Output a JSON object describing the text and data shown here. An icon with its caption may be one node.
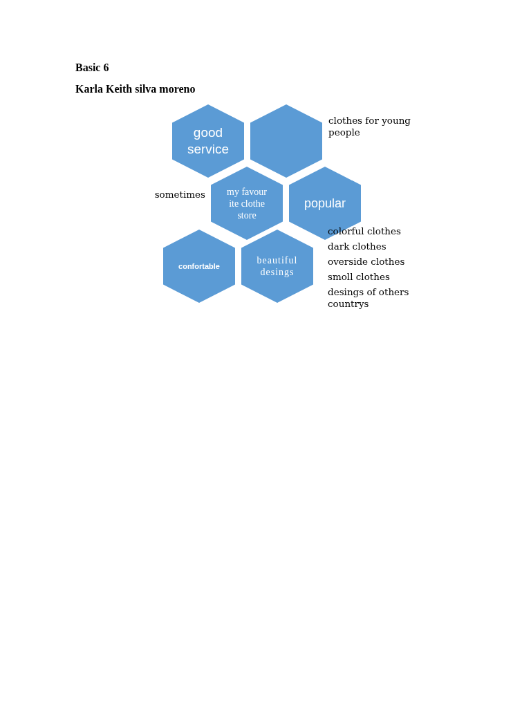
{
  "diagram": {
    "title": "Basic 6",
    "labels": [
      "Karla Keith silva moreno"
    ],
    "nodes": [
      {
        "text": [
          "good service"
        ]
      },
      {
        "text": [],
        "shape": "hexagon",
        "beside": [
          "clothes for young people"
        ]
      },
      {
        "text": [
          "my favourite clothe store"
        ],
        "beside": [
          "sometimes"
        ]
      },
      {
        "text": [
          "popular"
        ],
        "beside": [
          "colorful clothes",
          "dark clothes",
          "overside clothes",
          "smoll clothes",
          "desings of others countrys"
        ]
      },
      {
        "text": [
          "confortable"
        ]
      },
      {
        "text": [
          "beautiful desings"
        ]
      }
    ]
  }
}
